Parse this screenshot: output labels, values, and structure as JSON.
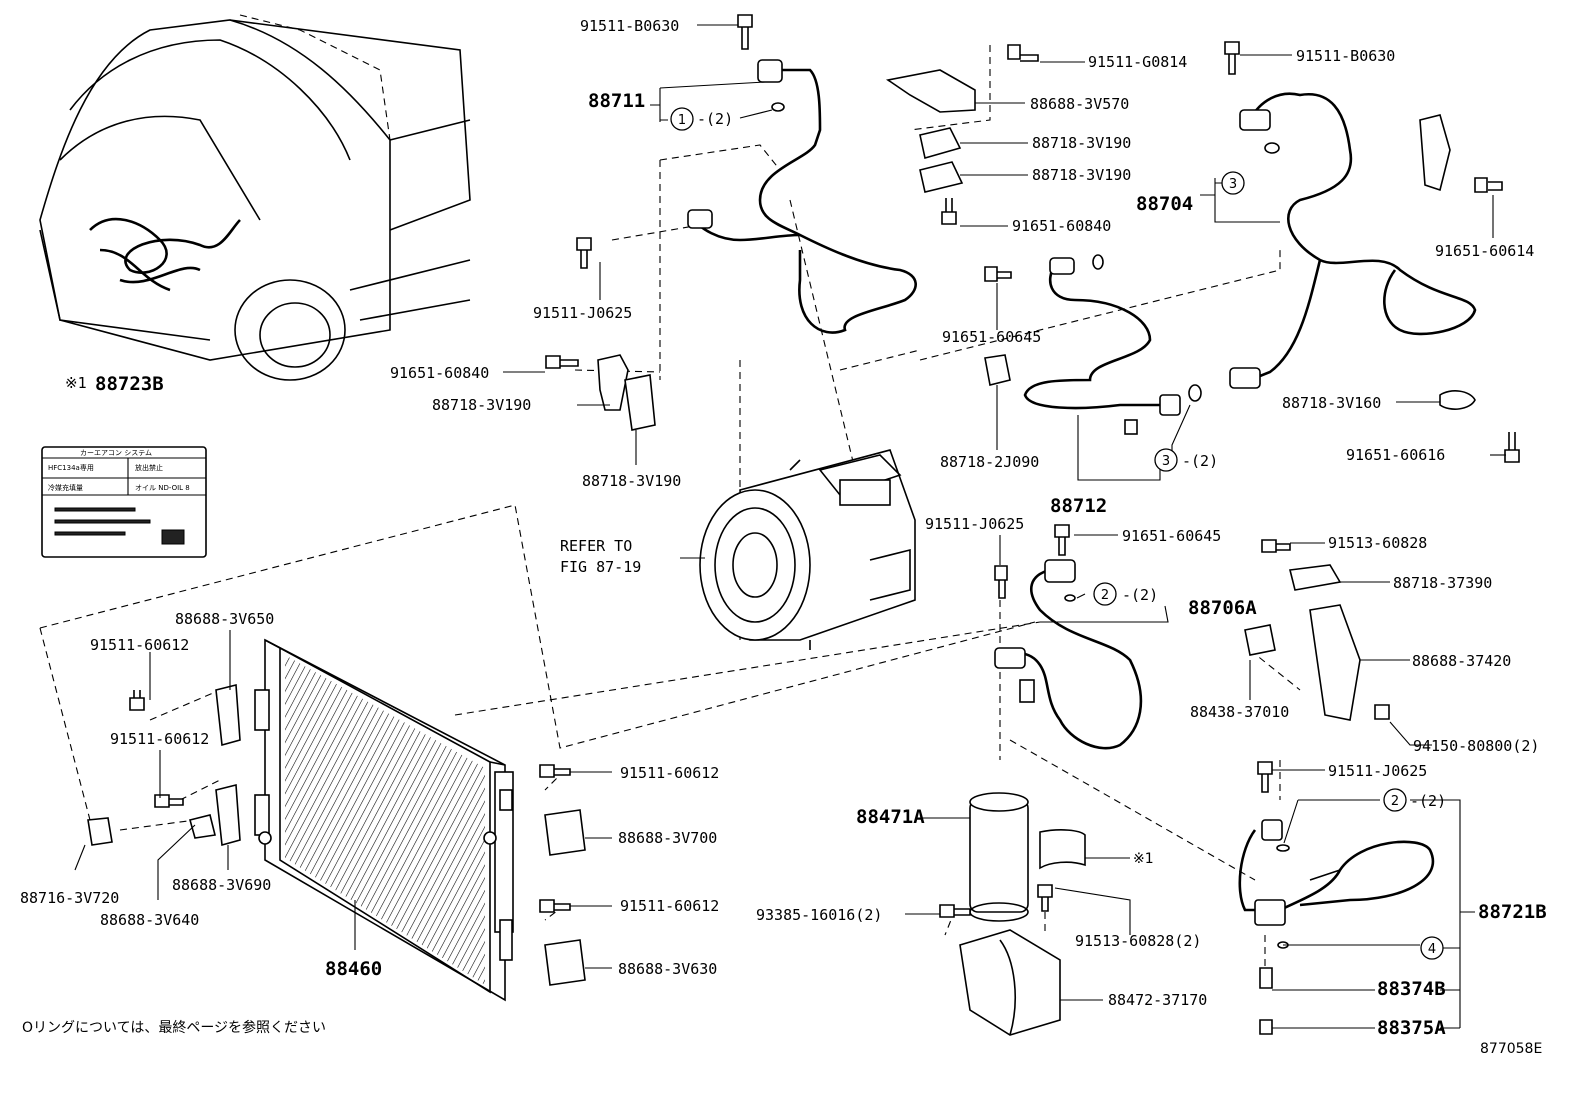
{
  "labels": {
    "l_91511_b0630_a": "91511-B0630",
    "l_88711": "88711",
    "l_c1_qty": "-(2)",
    "l_91511_j0625_a": "91511-J0625",
    "l_91651_60840_a": "91651-60840",
    "l_88718_3v190_a": "88718-3V190",
    "l_88718_3v190_b": "88718-3V190",
    "l_91511_g0814": "91511-G0814",
    "l_88688_3v570": "88688-3V570",
    "l_88718_3v190_c": "88718-3V190",
    "l_88718_3v190_d": "88718-3V190",
    "l_91651_60840_b": "91651-60840",
    "l_91511_b0630_b": "91511-B0630",
    "l_88704": "88704",
    "l_91651_60614": "91651-60614",
    "l_91651_60645_a": "91651-60645",
    "l_88718_2j090": "88718-2J090",
    "l_88712": "88712",
    "l_c3_qty": "-(2)",
    "l_88718_3v160": "88718-3V160",
    "l_91651_60616": "91651-60616",
    "l_refer_1": "REFER TO",
    "l_refer_2": "FIG 87-19",
    "l_91511_j0625_b": "91511-J0625",
    "l_91651_60645_b": "91651-60645",
    "l_c2_qty_a": "-(2)",
    "l_88706a": "88706A",
    "l_91513_60828_a": "91513-60828",
    "l_88718_37390": "88718-37390",
    "l_88688_37420": "88688-37420",
    "l_88438_37010": "88438-37010",
    "l_94150_80800": "94150-80800(2)",
    "l_88723b": "88723B",
    "l_88723b_mark": "※1",
    "l_88688_3v650": "88688-3V650",
    "l_91511_60612_a": "91511-60612",
    "l_91511_60612_b": "91511-60612",
    "l_88716_3v720": "88716-3V720",
    "l_88688_3v640": "88688-3V640",
    "l_88688_3v690": "88688-3V690",
    "l_88460": "88460",
    "l_91511_60612_c": "91511-60612",
    "l_88688_3v700": "88688-3V700",
    "l_91511_60612_d": "91511-60612",
    "l_88688_3v630": "88688-3V630",
    "l_88471a": "88471A",
    "l_93385_16016": "93385-16016(2)",
    "l_91513_60828_b": "91513-60828(2)",
    "l_88472_37170": "88472-37170",
    "l_mark1": "※1",
    "l_91511_j0625_c": "91511-J0625",
    "l_c2_qty_b": "-(2)",
    "l_88721b": "88721B",
    "l_88374b": "88374B",
    "l_88375a": "88375A",
    "footnote": "Oリングについては、最終ページを参照ください",
    "fig_code": "877058E"
  },
  "circles": {
    "c1": "1",
    "c2a": "2",
    "c2b": "2",
    "c3a": "3",
    "c3b": "3",
    "c4": "4"
  },
  "decal": {
    "row1": "カーエアコン システム",
    "row2a": "HFC134a専用",
    "row2b": "放出禁止",
    "row3a": "冷媒充填量",
    "row3b": "オイル ND-OIL 8"
  }
}
